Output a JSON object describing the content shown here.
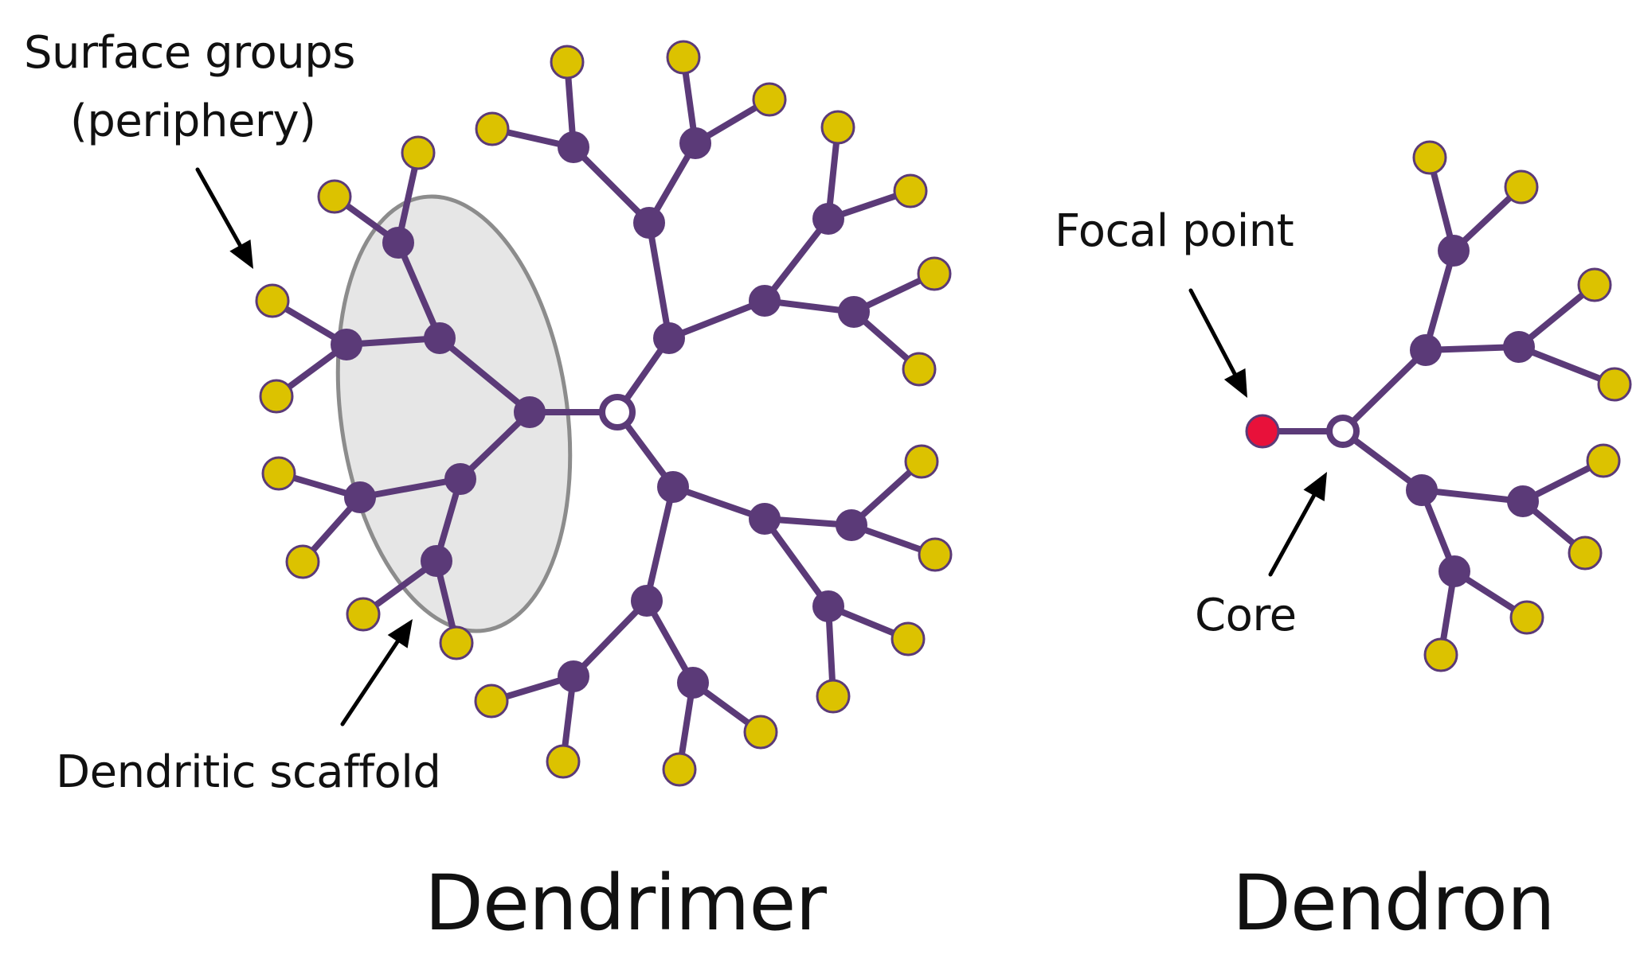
{
  "labels": {
    "surface_groups_line1": "Surface groups",
    "surface_groups_line2": "(periphery)",
    "dendritic_scaffold": "Dendritic scaffold",
    "focal_point": "Focal point",
    "core": "Core",
    "dendrimer": "Dendrimer",
    "dendron": "Dendron"
  },
  "colors": {
    "bond": "#5b3a78",
    "branch_node": "#5b3a78",
    "surface_group": "#dcc200",
    "surface_outline": "#5b3a78",
    "core_fill": "#ffffff",
    "focal_point": "#e8113a",
    "scaffold_fill": "#e6e6e6",
    "scaffold_outline": "#8c8c8c",
    "arrow": "#000000"
  }
}
